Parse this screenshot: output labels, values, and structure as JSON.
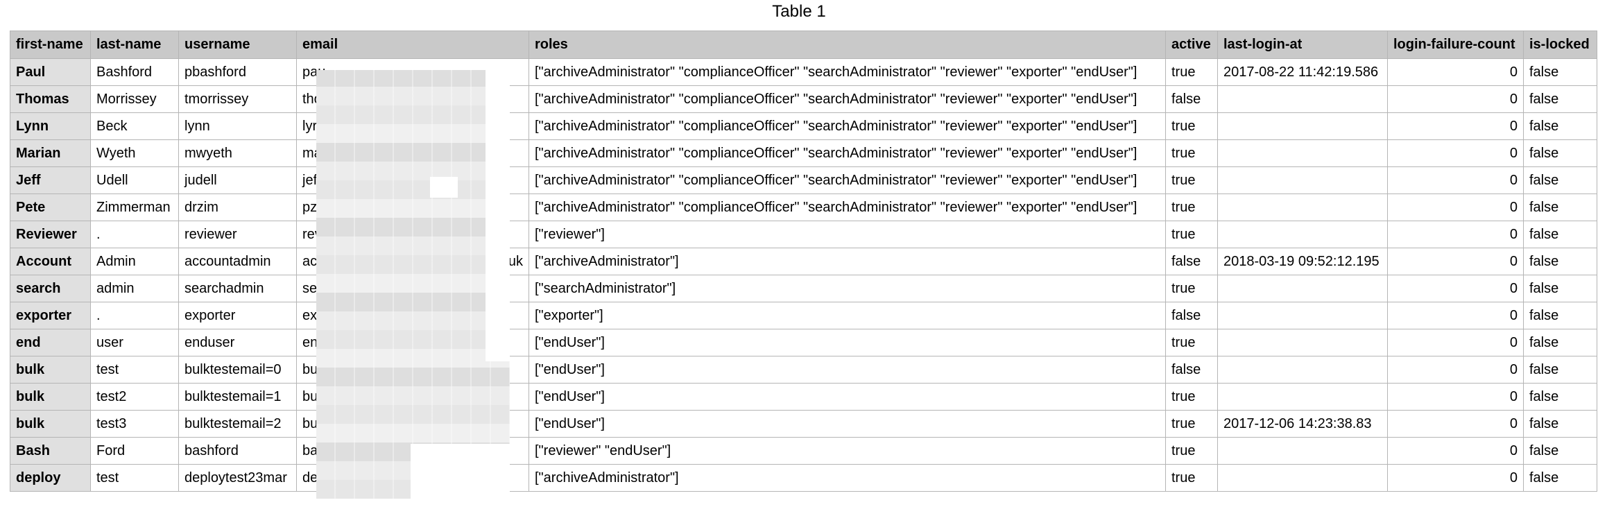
{
  "title": "Table 1",
  "columns": [
    "first-name",
    "last-name",
    "username",
    "email",
    "roles",
    "active",
    "last-login-at",
    "login-failure-count",
    "is-locked"
  ],
  "rows": [
    {
      "first": "Paul",
      "last": "Bashford",
      "username": "pbashford",
      "email": "pau",
      "email_suffix": "",
      "roles": "[\"archiveAdministrator\" \"complianceOfficer\" \"searchAdministrator\" \"reviewer\" \"exporter\" \"endUser\"]",
      "active": "true",
      "last_login": "2017-08-22 11:42:19.586",
      "failures": "0",
      "locked": "false"
    },
    {
      "first": "Thomas",
      "last": "Morrissey",
      "username": "tmorrissey",
      "email": "tho",
      "email_suffix": "",
      "roles": "[\"archiveAdministrator\" \"complianceOfficer\" \"searchAdministrator\" \"reviewer\" \"exporter\" \"endUser\"]",
      "active": "false",
      "last_login": "",
      "failures": "0",
      "locked": "false"
    },
    {
      "first": "Lynn",
      "last": "Beck",
      "username": "lynn",
      "email": "lyr",
      "email_suffix": "",
      "roles": "[\"archiveAdministrator\" \"complianceOfficer\" \"searchAdministrator\" \"reviewer\" \"exporter\" \"endUser\"]",
      "active": "true",
      "last_login": "",
      "failures": "0",
      "locked": "false"
    },
    {
      "first": "Marian",
      "last": "Wyeth",
      "username": "mwyeth",
      "email": "ma",
      "email_suffix": "",
      "roles": "[\"archiveAdministrator\" \"complianceOfficer\" \"searchAdministrator\" \"reviewer\" \"exporter\" \"endUser\"]",
      "active": "true",
      "last_login": "",
      "failures": "0",
      "locked": "false"
    },
    {
      "first": "Jeff",
      "last": "Udell",
      "username": "judell",
      "email": "jef",
      "email_suffix": "",
      "roles": "[\"archiveAdministrator\" \"complianceOfficer\" \"searchAdministrator\" \"reviewer\" \"exporter\" \"endUser\"]",
      "active": "true",
      "last_login": "",
      "failures": "0",
      "locked": "false"
    },
    {
      "first": "Pete",
      "last": "Zimmerman",
      "username": "drzim",
      "email": "pz",
      "email_suffix": "",
      "roles": "[\"archiveAdministrator\" \"complianceOfficer\" \"searchAdministrator\" \"reviewer\" \"exporter\" \"endUser\"]",
      "active": "true",
      "last_login": "",
      "failures": "0",
      "locked": "false"
    },
    {
      "first": "Reviewer",
      "last": ".",
      "username": "reviewer",
      "email": "rev",
      "email_suffix": "",
      "roles": "[\"reviewer\"]",
      "active": "true",
      "last_login": "",
      "failures": "0",
      "locked": "false"
    },
    {
      "first": "Account",
      "last": "Admin",
      "username": "accountadmin",
      "email": "ac",
      "email_suffix": "uk",
      "roles": "[\"archiveAdministrator\"]",
      "active": "false",
      "last_login": "2018-03-19 09:52:12.195",
      "failures": "0",
      "locked": "false"
    },
    {
      "first": "search",
      "last": "admin",
      "username": "searchadmin",
      "email": "se",
      "email_suffix": "",
      "roles": "[\"searchAdministrator\"]",
      "active": "true",
      "last_login": "",
      "failures": "0",
      "locked": "false"
    },
    {
      "first": "exporter",
      "last": ".",
      "username": "exporter",
      "email": "ex",
      "email_suffix": "",
      "roles": "[\"exporter\"]",
      "active": "false",
      "last_login": "",
      "failures": "0",
      "locked": "false"
    },
    {
      "first": "end",
      "last": "user",
      "username": "enduser",
      "email": "en",
      "email_suffix": "",
      "roles": "[\"endUser\"]",
      "active": "true",
      "last_login": "",
      "failures": "0",
      "locked": "false"
    },
    {
      "first": "bulk",
      "last": "test",
      "username": "bulktestemail=0",
      "email": "bu",
      "email_suffix": "",
      "roles": "[\"endUser\"]",
      "active": "false",
      "last_login": "",
      "failures": "0",
      "locked": "false"
    },
    {
      "first": "bulk",
      "last": "test2",
      "username": "bulktestemail=1",
      "email": "bu",
      "email_suffix": "",
      "roles": "[\"endUser\"]",
      "active": "true",
      "last_login": "",
      "failures": "0",
      "locked": "false"
    },
    {
      "first": "bulk",
      "last": "test3",
      "username": "bulktestemail=2",
      "email": "bu",
      "email_suffix": "",
      "roles": "[\"endUser\"]",
      "active": "true",
      "last_login": "2017-12-06 14:23:38.83",
      "failures": "0",
      "locked": "false"
    },
    {
      "first": "Bash",
      "last": "Ford",
      "username": "bashford",
      "email": "ba",
      "email_suffix": "",
      "roles": "[\"reviewer\" \"endUser\"]",
      "active": "true",
      "last_login": "",
      "failures": "0",
      "locked": "false"
    },
    {
      "first": "deploy",
      "last": "test",
      "username": "deploytest23mar",
      "email": "de",
      "email_suffix": "",
      "roles": "[\"archiveAdministrator\"]",
      "active": "true",
      "last_login": "",
      "failures": "0",
      "locked": "false"
    }
  ]
}
